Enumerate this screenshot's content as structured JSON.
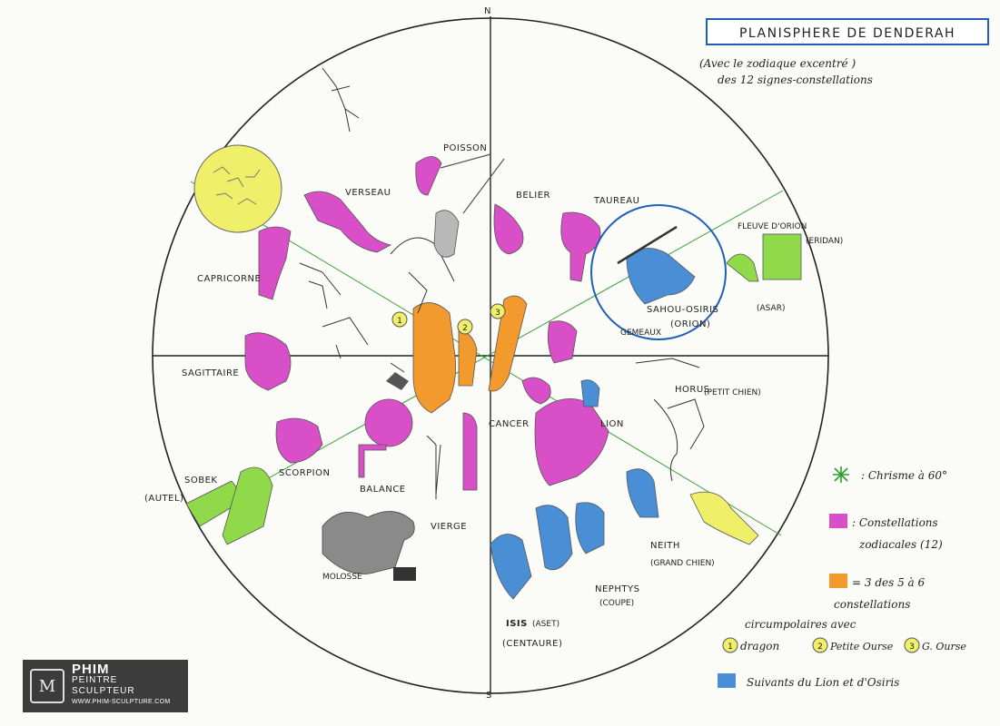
{
  "title": "PLANISPHERE DE DENDERAH",
  "subtitle_line1": "(Avec le zodiaque excentré )",
  "subtitle_line2": "des 12 signes-constellations",
  "compass": {
    "north": "N",
    "south": "S"
  },
  "labels": {
    "poisson": "POISSON",
    "belier": "BELIER",
    "taureau": "TAUREAU",
    "verseau": "VERSEAU",
    "capricorne": "CAPRICORNE",
    "sagittaire": "SAGITTAIRE",
    "scorpion": "SCORPION",
    "balance": "BALANCE",
    "vierge": "VIERGE",
    "molosse": "MOLOSSE",
    "sobek": "SOBEK",
    "autel": "(AUTEL)",
    "cancer": "CANCER",
    "lion": "LION",
    "horus": "HORUS",
    "petit_chien": "(PETIT CHIEN)",
    "gemeaux": "GEMEAUX",
    "sahou": "SAHOU-OSIRIS",
    "asar": "(ASAR)",
    "orion": "(ORION)",
    "fleuve": "FLEUVE D'ORION",
    "eridan": "(ERIDAN)",
    "neith": "NEITH",
    "grand_chien": "(GRAND CHIEN)",
    "nephtys": "NEPHTYS",
    "coupe": "(COUPE)",
    "isis": "ISIS",
    "aset": "(ASET)",
    "centaure": "(CENTAURE)"
  },
  "markers": {
    "m1": "1",
    "m2": "2",
    "m3": "3"
  },
  "legend": {
    "star_text": ": Chrisme à 60°",
    "pink_line1": ": Constellations",
    "pink_line2": "zodiacales (12)",
    "orange_line1": "= 3 des 5 à 6",
    "orange_line2": "constellations",
    "orange_line3": "circumpolaires avec",
    "c1_num": "1",
    "c1_text": "dragon",
    "c2_num": "2",
    "c2_text": "Petite Ourse",
    "c3_num": "3",
    "c3_text": "G. Ourse",
    "blue_text": "Suivants du Lion et d'Osiris"
  },
  "colors": {
    "pink": "#d94fc8",
    "orange": "#f39a2e",
    "blue": "#4a8fd6",
    "yellow": "#efef6a",
    "green": "#8fd94a",
    "gray": "#8a8a8a",
    "ring": "#1f5fb8"
  },
  "watermark": {
    "logo": "M",
    "brand": "PHIM",
    "line1": "PEINTRE",
    "line2": "SCULPTEUR",
    "url": "WWW.PHIM-SCULPTURE.COM"
  }
}
